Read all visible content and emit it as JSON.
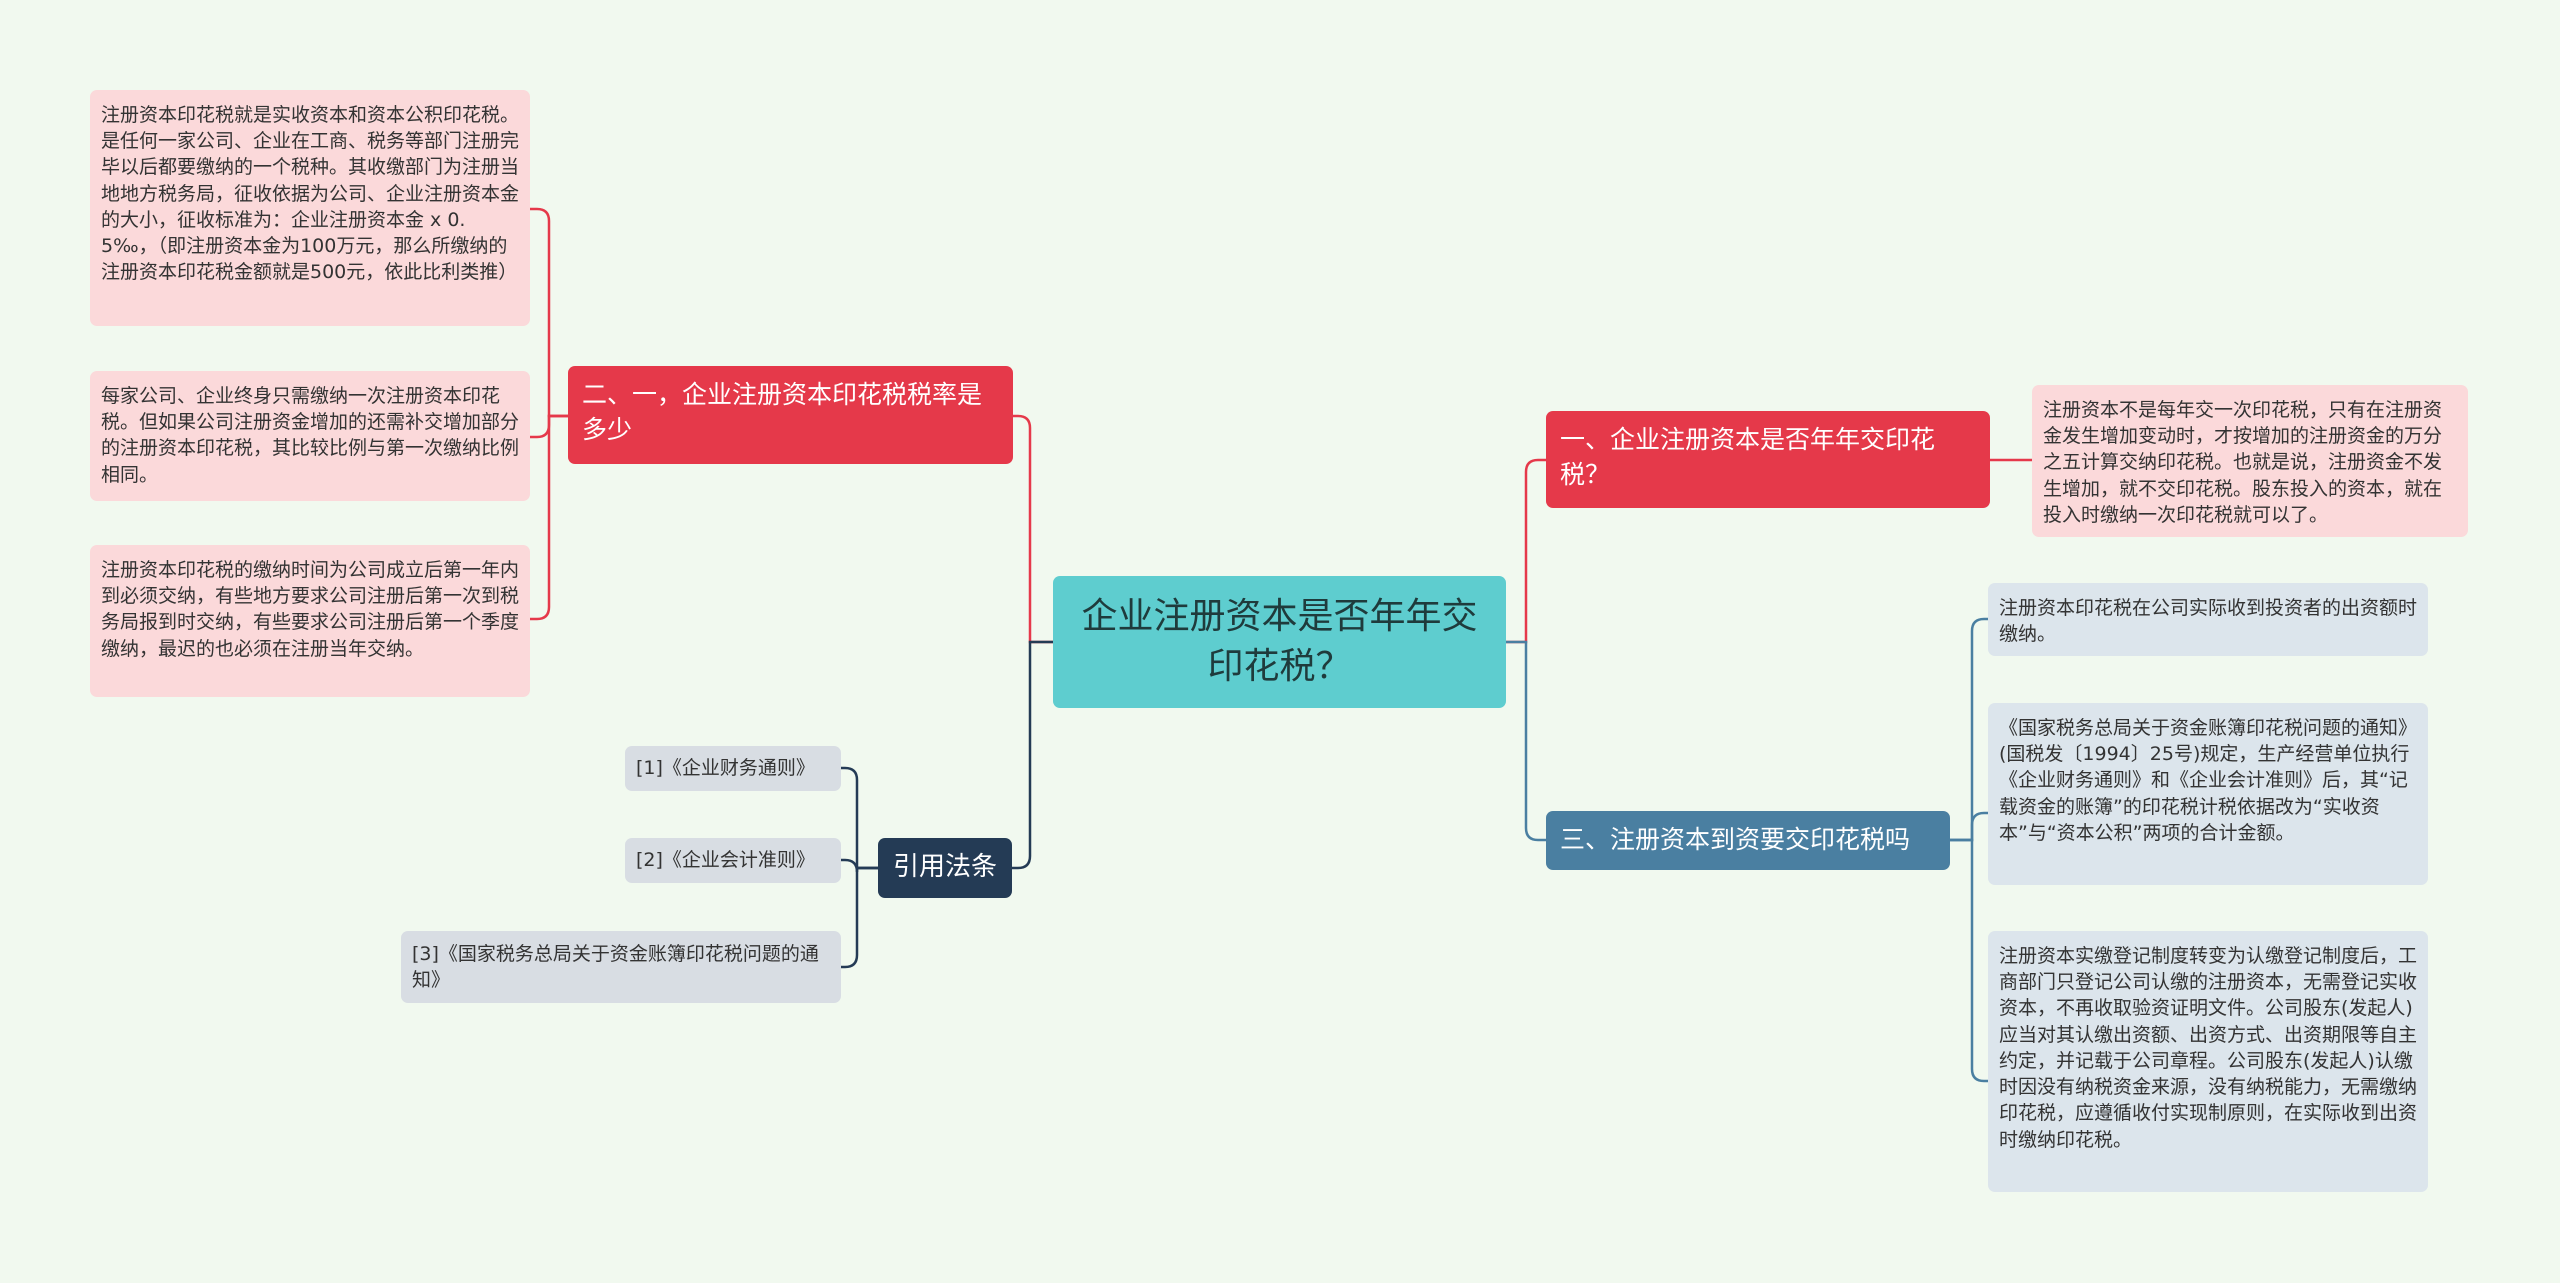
{
  "root": {
    "label": "企业注册资本是否年年交印花税？"
  },
  "branches": {
    "rate": {
      "label": "二、一，企业注册资本印花税税率是多少",
      "leaves": [
        "注册资本印花税就是实收资本和资本公积印花税。是任何一家公司、企业在工商、税务等部门注册完毕以后都要缴纳的一个税种。其收缴部门为注册当地地方税务局，征收依据为公司、企业注册资本金的大小，征收标准为：企业注册资本金 x 0.5‰，（即注册资本金为100万元，那么所缴纳的注册资本印花税金额就是500元，依此比利类推）",
        "每家公司、企业终身只需缴纳一次注册资本印花税。但如果公司注册资金增加的还需补交增加部分的注册资本印花税，其比较比例与第一次缴纳比例相同。",
        "注册资本印花税的缴纳时间为公司成立后第一年内到必须交纳，有些地方要求公司注册后第一次到税务局报到时交纳，有些要求公司注册后第一个季度缴纳，最迟的也必须在注册当年交纳。"
      ]
    },
    "laws": {
      "label": "引用法条",
      "leaves": [
        "[1]《企业财务通则》",
        "[2]《企业会计准则》",
        "[3]《国家税务总局关于资金账簿印花税问题的通知》"
      ]
    },
    "yearly": {
      "label": "一、企业注册资本是否年年交印花税？",
      "leaves": [
        "注册资本不是每年交一次印花税，只有在注册资金发生增加变动时，才按增加的注册资金的万分之五计算交纳印花税。也就是说，注册资金不发生增加，就不交印花税。股东投入的资本，就在投入时缴纳一次印花税就可以了。"
      ]
    },
    "timing": {
      "label": "三、注册资本到资要交印花税吗",
      "leaves": [
        "注册资本印花税在公司实际收到投资者的出资额时缴纳。",
        "《国家税务总局关于资金账簿印花税问题的通知》(国税发〔1994〕25号)规定，生产经营单位执行《企业财务通则》和《企业会计准则》后，其“记载资金的账簿”的印花税计税依据改为“实收资本”与“资本公积”两项的合计金额。",
        "注册资本实缴登记制度转变为认缴登记制度后，工商部门只登记公司认缴的注册资本，无需登记实收资本，不再收取验资证明文件。公司股东(发起人)应当对其认缴出资额、出资方式、出资期限等自主约定，并记载于公司章程。公司股东(发起人)认缴时因没有纳税资金来源，没有纳税能力，无需缴纳印花税，应遵循收付实现制原则，在实际收到出资时缴纳印花税。"
      ]
    }
  },
  "colors": {
    "background": "#f1f9ef",
    "root": "#5ecdcf",
    "red": "#e5394a",
    "blue": "#4a7fa1",
    "navy": "#243b55",
    "pink_leaf": "#fbd9da",
    "blue_leaf": "#dce5ec",
    "gray_leaf": "#d8dde3"
  }
}
